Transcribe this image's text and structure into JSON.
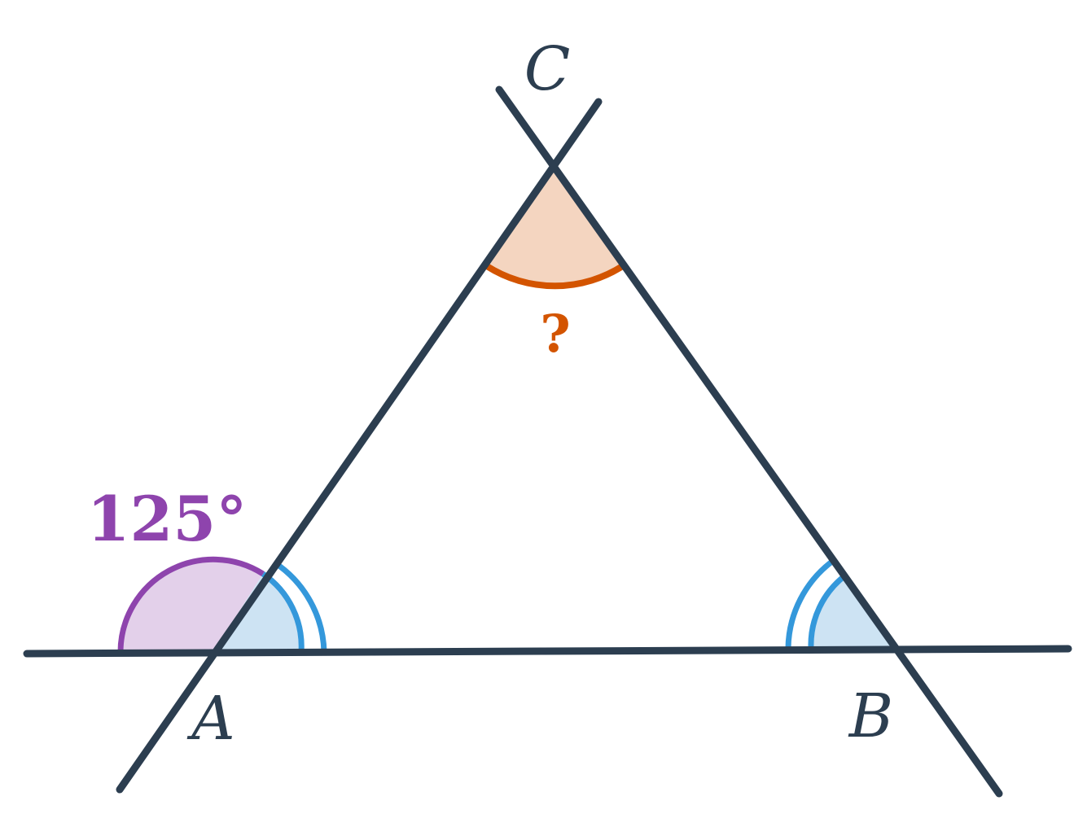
{
  "vertices": {
    "a": "A",
    "b": "B",
    "c": "C"
  },
  "angles": {
    "exterior_at_a": "125°",
    "unknown_at_c": "?"
  },
  "colors": {
    "lines": "#2c3e50",
    "exterior_angle": "#8e44ad",
    "exterior_fill": "#e3d0ea",
    "equal_angles": "#3498db",
    "equal_fill": "#cde3f3",
    "unknown_angle": "#d35400",
    "unknown_fill": "#f4d5c0"
  }
}
